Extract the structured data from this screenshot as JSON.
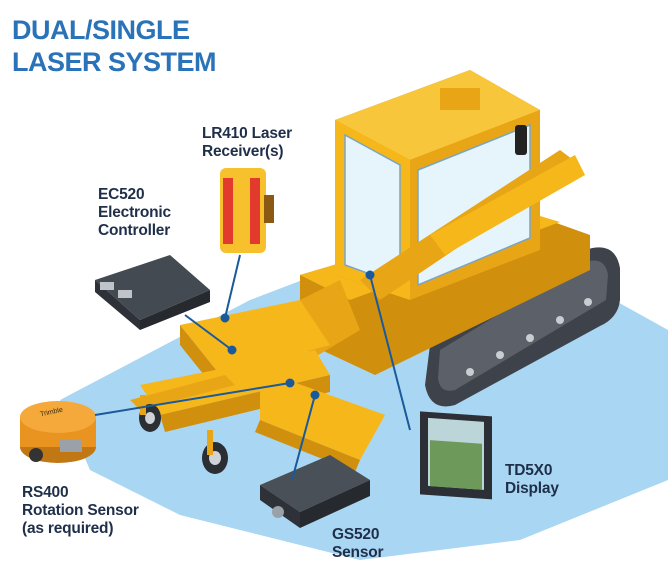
{
  "title": {
    "line1": "DUAL/SINGLE",
    "line2": "LASER SYSTEM"
  },
  "callouts": [
    {
      "id": "lr410",
      "lines": [
        "LR410 Laser",
        "Receiver(s)"
      ]
    },
    {
      "id": "ec520",
      "lines": [
        "EC520",
        "Electronic",
        "Controller"
      ]
    },
    {
      "id": "rs400",
      "lines": [
        "RS400",
        "Rotation Sensor",
        "(as required)"
      ]
    },
    {
      "id": "gs520",
      "lines": [
        "GS520",
        "Sensor"
      ]
    },
    {
      "id": "td5x0",
      "lines": [
        "TD5X0",
        "Display"
      ]
    }
  ],
  "device_brand": "Trimble",
  "colors": {
    "title": "#2a73b8",
    "label": "#1f2f4a",
    "ground": "#a9d6f2",
    "machine": "#f6b71b",
    "machine_shade": "#d08f0c",
    "track": "#4a4f57",
    "callout_line": "#1a5a9a"
  }
}
